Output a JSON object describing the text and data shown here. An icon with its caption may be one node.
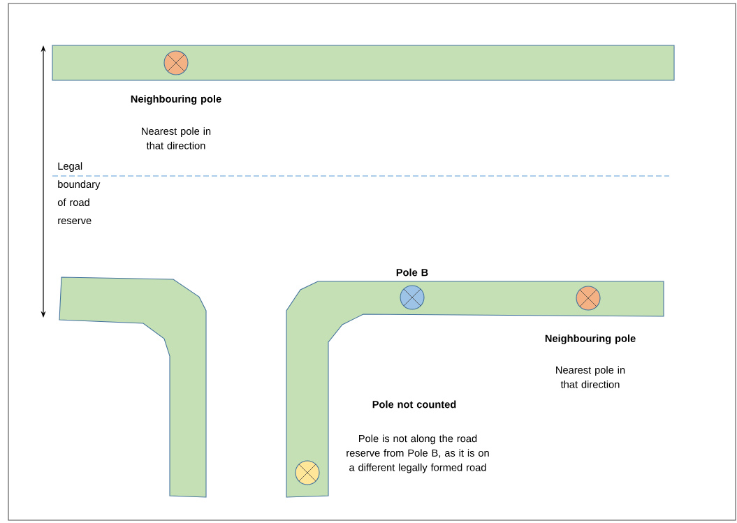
{
  "diagram": {
    "nodes": [
      {
        "text": [],
        "shape": "bar"
      },
      {
        "text": [
          "Neighbouring pole",
          "Nearest pole in that direction"
        ],
        "in": 0
      },
      {
        "text": [],
        "shape": "road"
      },
      {
        "text": [],
        "shape": "road"
      },
      {
        "text": [
          "Pole B"
        ],
        "in": 3
      },
      {
        "text": [
          "Neighbouring pole",
          "Nearest pole in that direction"
        ],
        "in": 3
      },
      {
        "text": [
          "Pole not counted",
          "Pole is not along the road reserve from Pole B, as it is on a different legally formed road"
        ],
        "in": 3
      }
    ],
    "edges": [],
    "labels": [
      "Legal boundary of road reserve"
    ]
  }
}
